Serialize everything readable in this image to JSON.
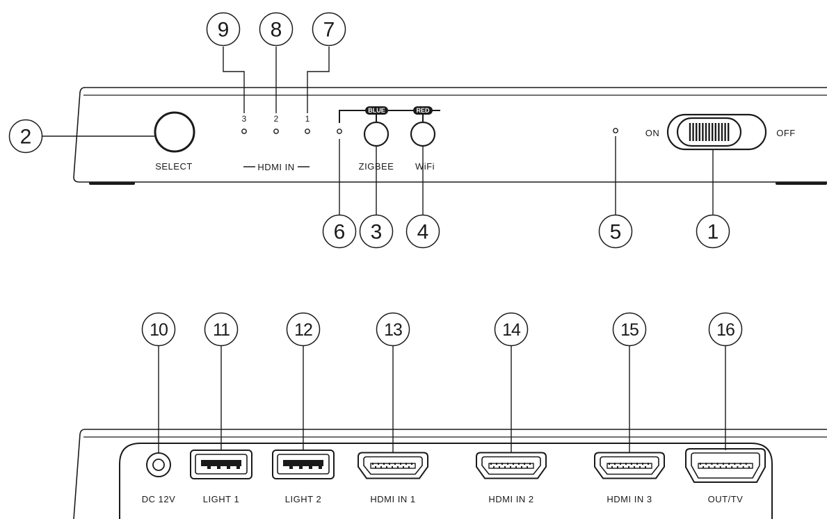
{
  "front_panel": {
    "callouts": [
      "1",
      "2",
      "3",
      "4",
      "5",
      "6",
      "7",
      "8",
      "9"
    ],
    "select_label": "SELECT",
    "hdmi_in_label": "HDMI IN",
    "led_numbers": [
      "3",
      "2",
      "1"
    ],
    "zigbee_label": "ZIGBEE",
    "wifi_label": "WiFi",
    "zigbee_tag": "BLUE",
    "wifi_tag": "RED",
    "switch_on_label": "ON",
    "switch_off_label": "OFF"
  },
  "rear_panel": {
    "callouts": [
      "10",
      "11",
      "12",
      "13",
      "14",
      "15",
      "16"
    ],
    "ports": [
      "DC 12V",
      "LIGHT 1",
      "LIGHT 2",
      "HDMI IN 1",
      "HDMI IN 2",
      "HDMI IN 3",
      "OUT/TV"
    ]
  }
}
